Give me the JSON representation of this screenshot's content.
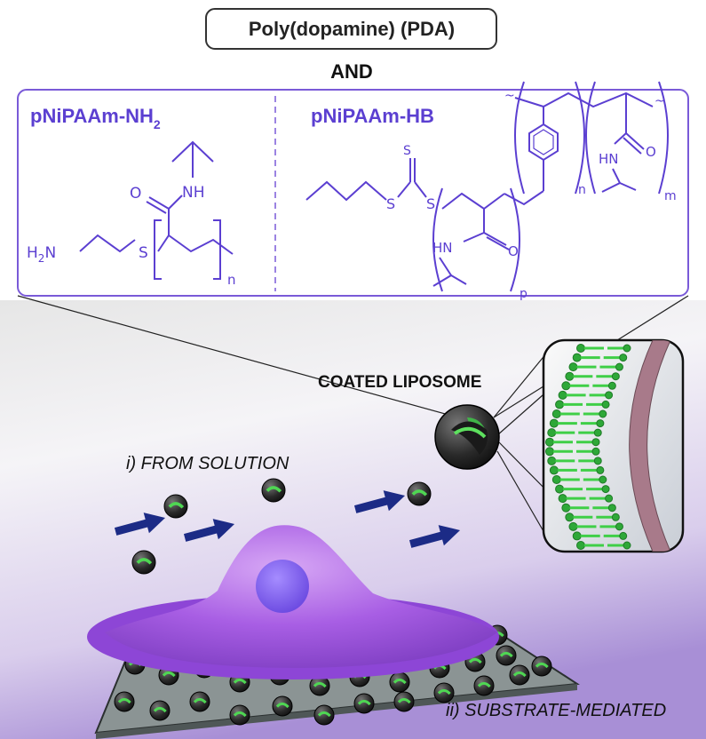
{
  "title_box": "Poly(dopamine) (PDA)",
  "and_text": "AND",
  "polymers": {
    "left": {
      "name": "pNiPAAm-NH",
      "sub": "2"
    },
    "right": {
      "name": "pNiPAAm-HB"
    }
  },
  "chem": {
    "nh": "NH",
    "o": "O",
    "h2n": "H",
    "h2n_sub": "2",
    "h2n_n": "N",
    "s": "S",
    "n": "n",
    "p": "p",
    "m": "m",
    "hn": "HN"
  },
  "labels": {
    "coated_liposome": "COATED LIPOSOME",
    "from_solution": "i) FROM SOLUTION",
    "substrate_mediated": "ii) SUBSTRATE-MEDIATED"
  },
  "colors": {
    "chem": "#5b3fd1",
    "cell": "#a256e0",
    "nucleus": "#7d5df0",
    "arrow": "#1c2b86",
    "substrate": "#8b9494",
    "lipid": "#44d24a",
    "membrane": "#a87a8a"
  }
}
